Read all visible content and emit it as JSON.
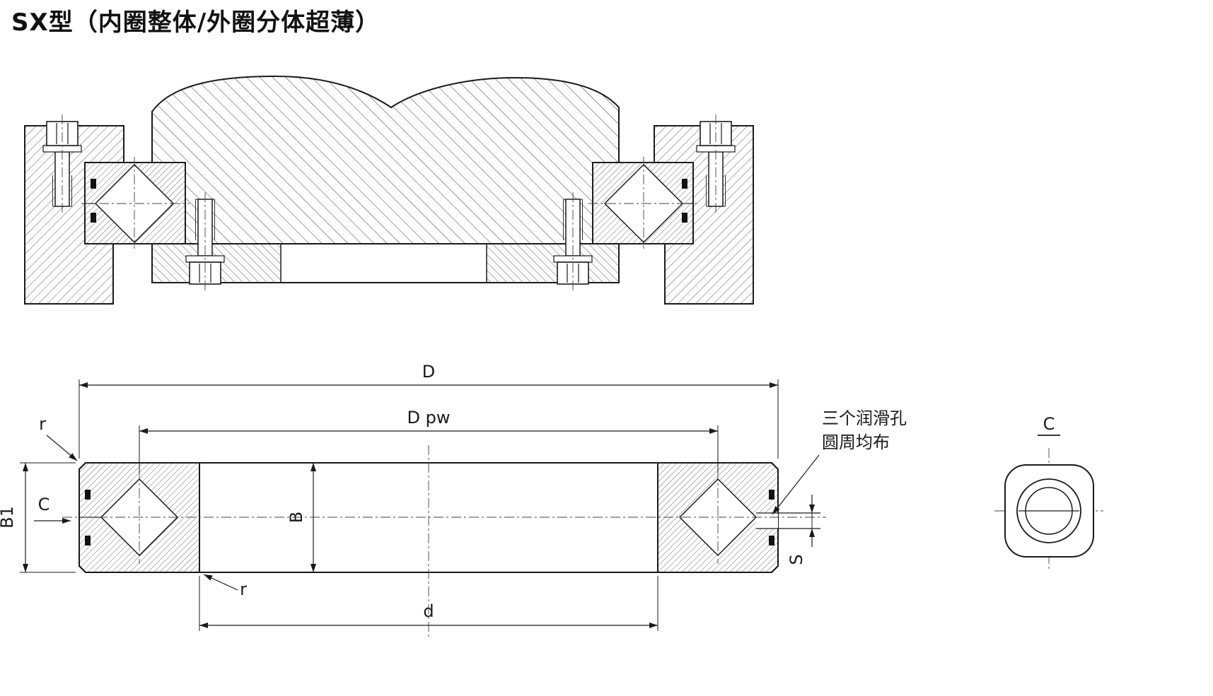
{
  "title": "SX型（内圈整体/外圈分体超薄）",
  "dimensions": {
    "outer_diameter": "D",
    "pitch_diameter": "D pw",
    "bore_diameter": "d",
    "inner_ring_width": "B",
    "outer_ring_width": "B1",
    "lube_hole_offset": "S",
    "chamfer": "C",
    "corner_radius": "r"
  },
  "annotations": {
    "lube_note_line1": "三个润滑孔",
    "lube_note_line2": "圆周均布",
    "section_label": "C"
  }
}
